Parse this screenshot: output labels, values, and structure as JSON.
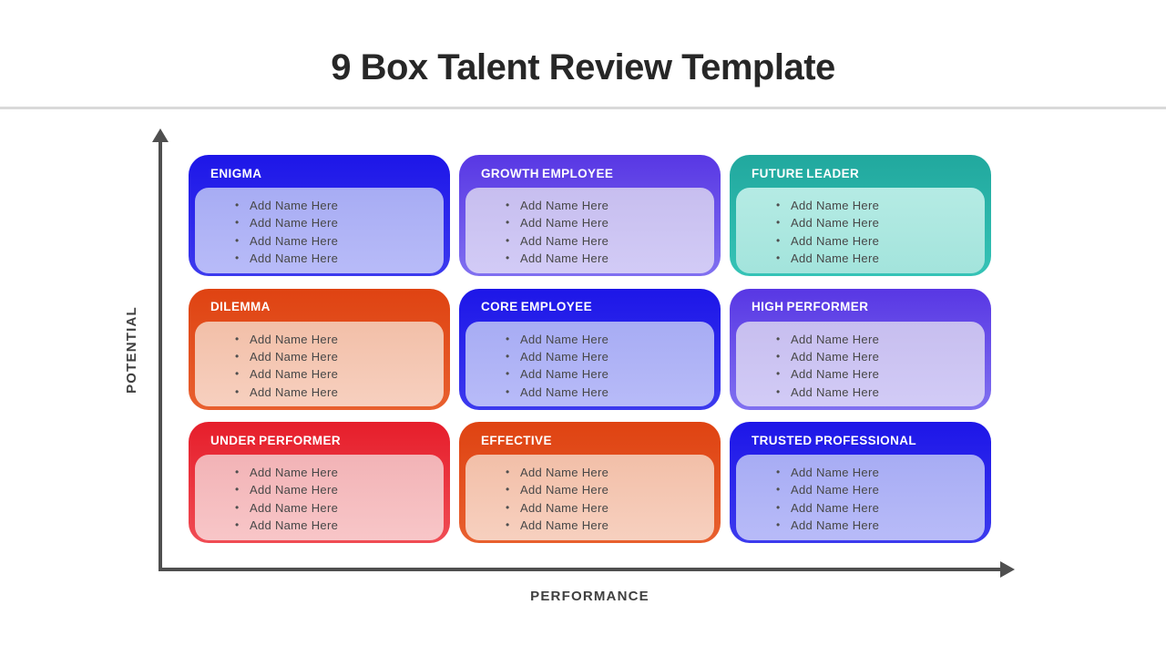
{
  "slide": {
    "title": "9 Box Talent Review Template"
  },
  "axes": {
    "y_label": "POTENTIAL",
    "x_label": "PERFORMANCE",
    "line_color": "#4f4f4f",
    "label_color": "#3f3f3f"
  },
  "matrix": {
    "placeholder_text": "Add Name Here",
    "cells": [
      {
        "label": "ENIGMA",
        "theme": "blue",
        "items": [
          "Add Name Here",
          "Add Name Here",
          "Add Name Here",
          "Add Name Here"
        ]
      },
      {
        "label": "GROWTH EMPLOYEE",
        "theme": "purple",
        "items": [
          "Add Name Here",
          "Add Name Here",
          "Add Name Here",
          "Add Name Here"
        ]
      },
      {
        "label": "FUTURE LEADER",
        "theme": "teal",
        "items": [
          "Add Name Here",
          "Add Name Here",
          "Add Name Here",
          "Add Name Here"
        ]
      },
      {
        "label": "DILEMMA",
        "theme": "orange",
        "items": [
          "Add Name Here",
          "Add Name Here",
          "Add Name Here",
          "Add Name Here"
        ]
      },
      {
        "label": "CORE EMPLOYEE",
        "theme": "blue",
        "items": [
          "Add Name Here",
          "Add Name Here",
          "Add Name Here",
          "Add Name Here"
        ]
      },
      {
        "label": "HIGH PERFORMER",
        "theme": "purple",
        "items": [
          "Add Name Here",
          "Add Name Here",
          "Add Name Here",
          "Add Name Here"
        ]
      },
      {
        "label": "UNDER PERFORMER",
        "theme": "red",
        "items": [
          "Add Name Here",
          "Add Name Here",
          "Add Name Here",
          "Add Name Here"
        ]
      },
      {
        "label": "EFFECTIVE",
        "theme": "orange",
        "items": [
          "Add Name Here",
          "Add Name Here",
          "Add Name Here",
          "Add Name Here"
        ]
      },
      {
        "label": "TRUSTED PROFESSIONAL",
        "theme": "blue",
        "items": [
          "Add Name Here",
          "Add Name Here",
          "Add Name Here",
          "Add Name Here"
        ]
      }
    ],
    "themes": {
      "blue": {
        "header_top": "#1D16E8",
        "header_bottom": "#3C3AEE",
        "panel_top": "#A7ACF4",
        "panel_bottom": "#B8BBF8"
      },
      "purple": {
        "header_top": "#5837E4",
        "header_bottom": "#8070F0",
        "panel_top": "#C7BEEF",
        "panel_bottom": "#D2CBF6"
      },
      "teal": {
        "header_top": "#21A89E",
        "header_bottom": "#35C3B6",
        "panel_top": "#B5EBE4",
        "panel_bottom": "#A3E4DC"
      },
      "orange": {
        "header_top": "#DF4312",
        "header_bottom": "#E8602F",
        "panel_top": "#F2BFA8",
        "panel_bottom": "#F7D0BF"
      },
      "red": {
        "header_top": "#E61E2B",
        "header_bottom": "#F04C54",
        "panel_top": "#F2B3B6",
        "panel_bottom": "#F8C6C8"
      }
    }
  }
}
